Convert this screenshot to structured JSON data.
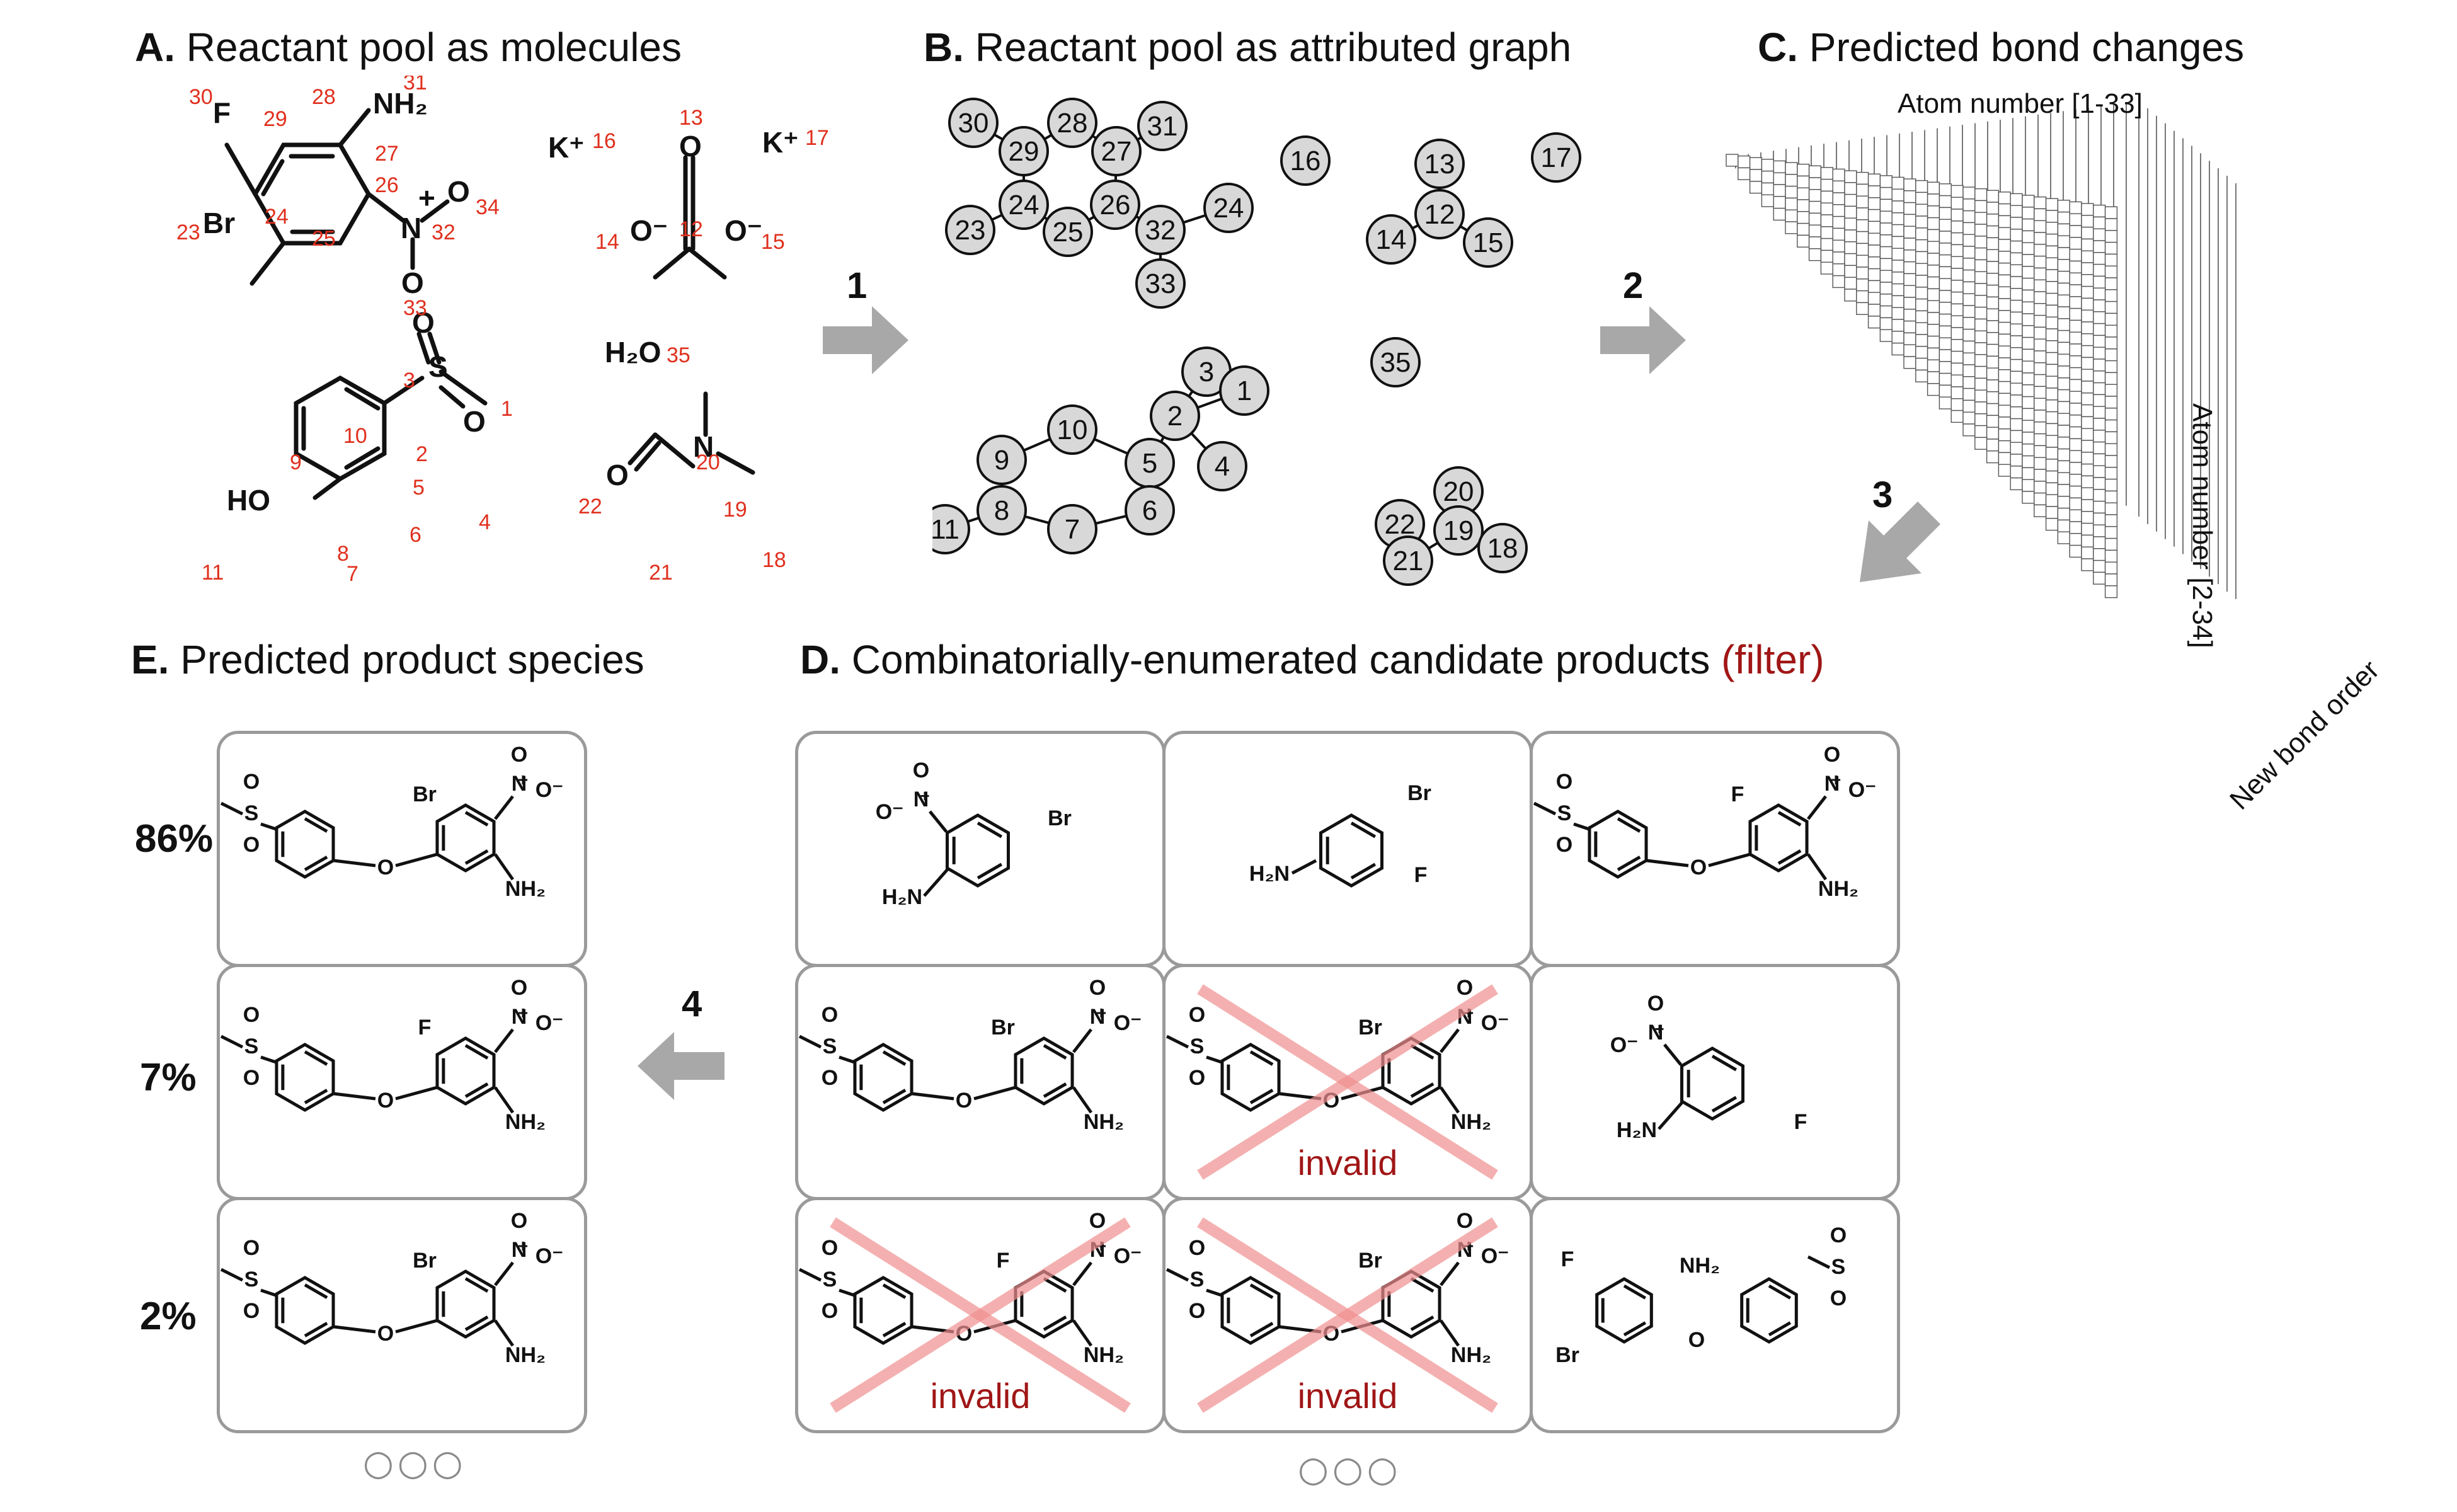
{
  "sections": {
    "A": {
      "letter": "A.",
      "title": "Reactant pool as molecules"
    },
    "B": {
      "letter": "B.",
      "title": "Reactant pool as attributed graph"
    },
    "C": {
      "letter": "C.",
      "title": "Predicted bond changes"
    },
    "D": {
      "letter": "D.",
      "title": "Combinatorially-enumerated candidate products",
      "tag": "(filter)"
    },
    "E": {
      "letter": "E.",
      "title": "Predicted product species"
    }
  },
  "steps": [
    "1",
    "2",
    "3",
    "4"
  ],
  "tensor": {
    "top_axis": "Atom number [1-33]",
    "side_axis": "Atom number [2-34]",
    "depth_axis": "New bond order"
  },
  "graph_nodes": [
    "30",
    "28",
    "31",
    "29",
    "27",
    "16",
    "13",
    "17",
    "24",
    "26",
    "24",
    "12",
    "23",
    "25",
    "32",
    "14",
    "15",
    "33",
    "35",
    "3",
    "1",
    "2",
    "10",
    "9",
    "5",
    "4",
    "8",
    "6",
    "11",
    "7",
    "20",
    "22",
    "19",
    "21",
    "18"
  ],
  "molecule_labels": {
    "ions": {
      "k16": "K⁺",
      "k16_num": "16",
      "k17": "K⁺",
      "k17_num": "17",
      "water": "H₂O",
      "water_num": "35"
    },
    "aniline_atoms": [
      "30",
      "29",
      "28",
      "31",
      "27",
      "26",
      "24",
      "25",
      "23",
      "32",
      "34",
      "33"
    ],
    "carbonate_atoms": [
      "13",
      "12",
      "14",
      "15"
    ],
    "sulfone_atoms": [
      "3",
      "1",
      "10",
      "2",
      "9",
      "5",
      "4",
      "6",
      "8",
      "7",
      "11"
    ],
    "dmf_atoms": [
      "20",
      "19",
      "22",
      "21",
      "18"
    ],
    "element_symbols": {
      "F": "F",
      "NH2": "NH₂",
      "Br": "Br",
      "N": "N",
      "O": "O",
      "Ominus": "O⁻",
      "S": "S",
      "HO": "HO",
      "H2N": "H₂N",
      "plus": "+",
      "minus": "-"
    }
  },
  "candidates": {
    "invalid_label": "invalid",
    "status": [
      "valid",
      "valid",
      "valid",
      "valid",
      "invalid",
      "valid",
      "invalid",
      "invalid",
      "valid"
    ]
  },
  "predictions": [
    {
      "percent": "86%"
    },
    {
      "percent": "7%"
    },
    {
      "percent": "2%"
    }
  ],
  "more_indicator": "○○○",
  "colors": {
    "atom_number": "#e0301e",
    "invalid_text": "#a01616",
    "invalid_cross": "#f08f8f",
    "arrow": "#a8a8a8",
    "node_fill": "#d8d8d8",
    "card_border": "#9a9a9a"
  }
}
